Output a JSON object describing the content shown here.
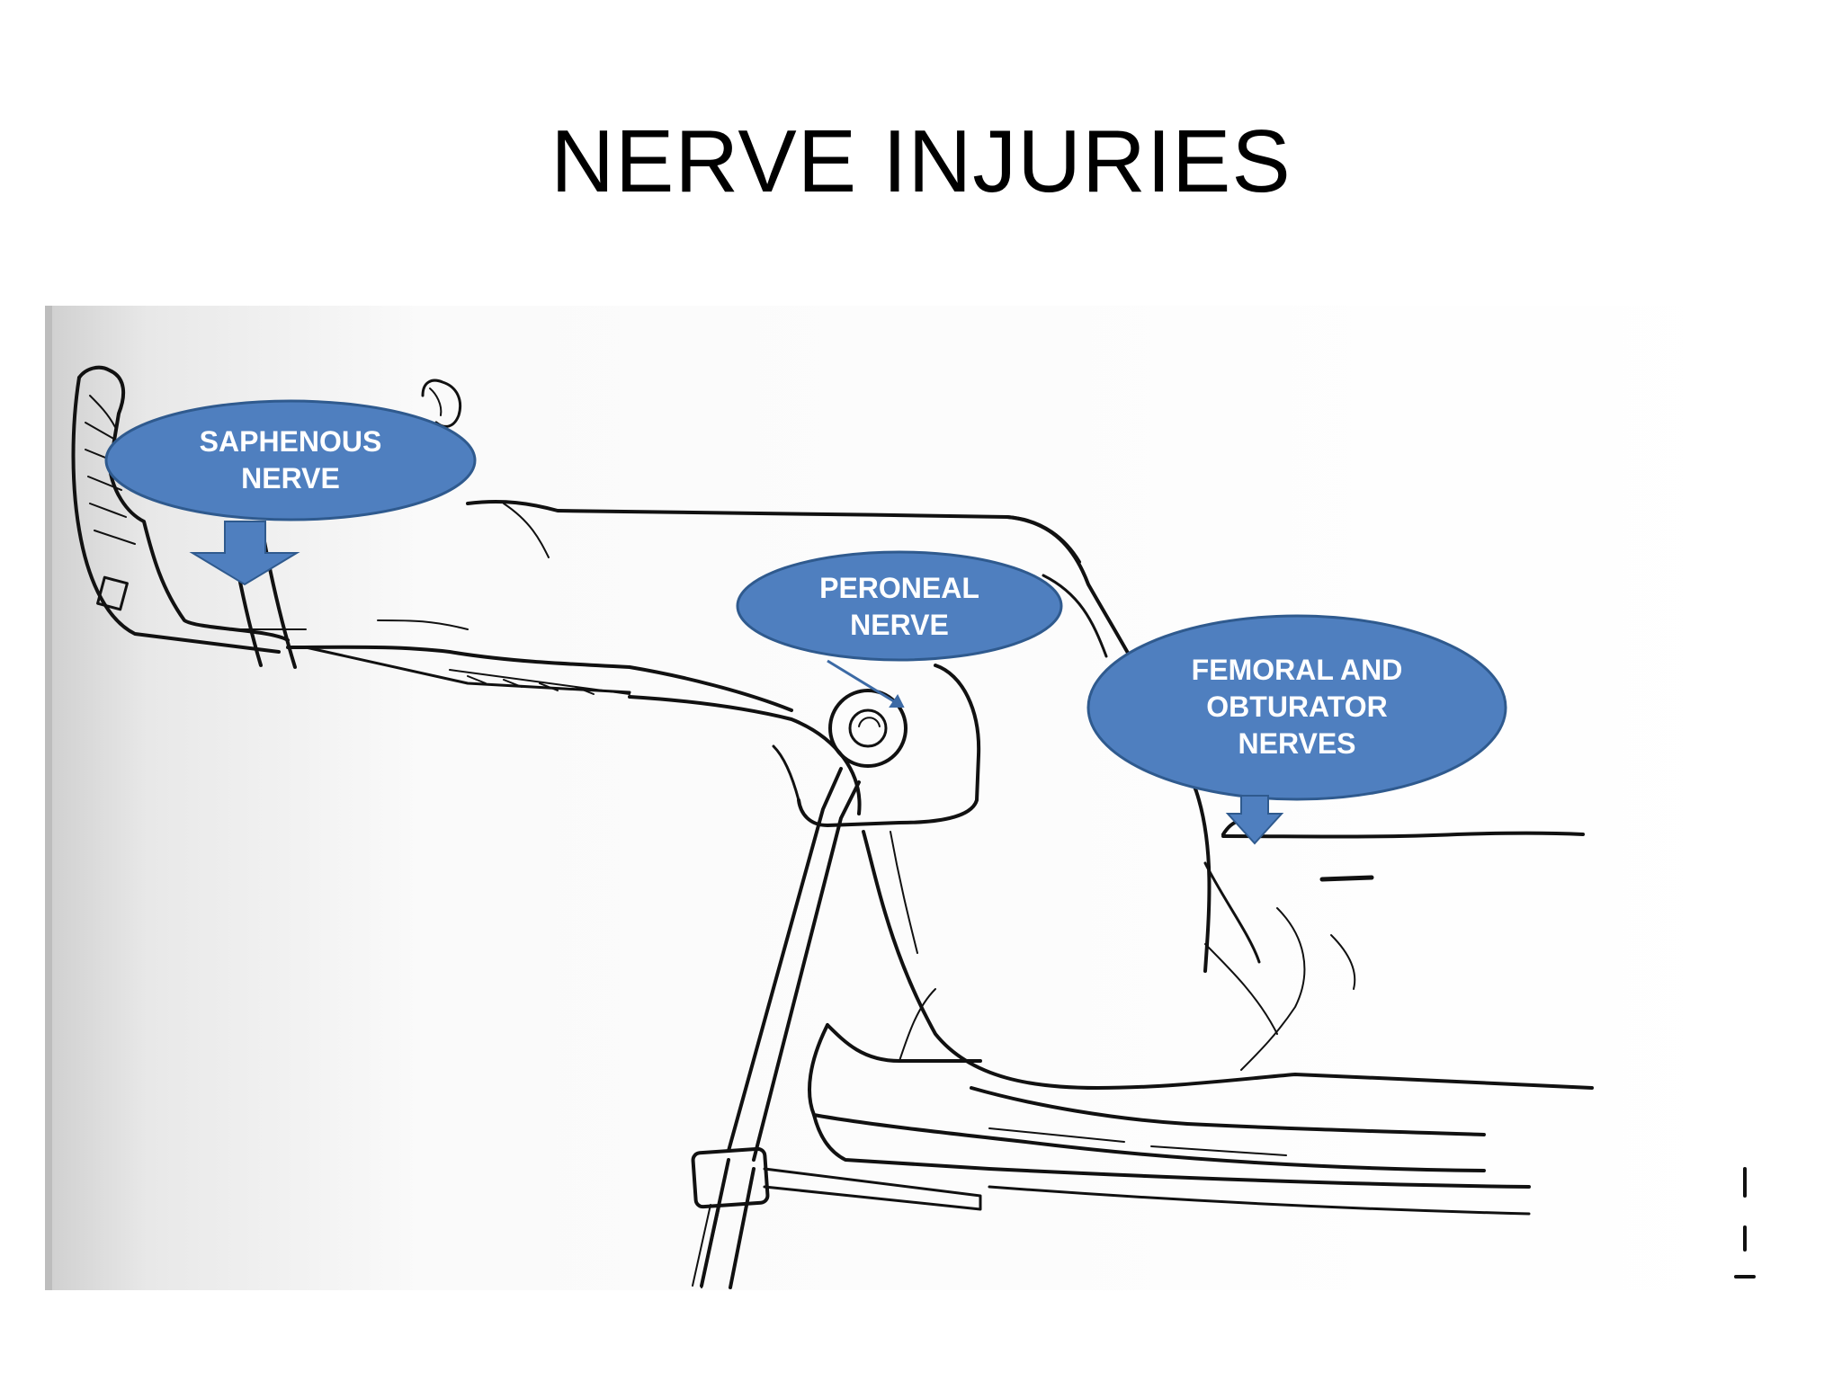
{
  "slide": {
    "title": "NERVE INJURIES"
  },
  "callouts": {
    "saphenous": {
      "line1": "SAPHENOUS",
      "line2": "NERVE"
    },
    "peroneal": {
      "line1": "PERONEAL",
      "line2": "NERVE"
    },
    "femoral": {
      "line1": "FEMORAL AND",
      "line2": "OBTURATOR",
      "line3": "NERVES"
    }
  },
  "colors": {
    "callout_fill": "#4f7fbf",
    "callout_stroke": "#2f5a8e",
    "callout_text": "#ffffff",
    "drawing_ink": "#111111",
    "title_text": "#000000"
  }
}
